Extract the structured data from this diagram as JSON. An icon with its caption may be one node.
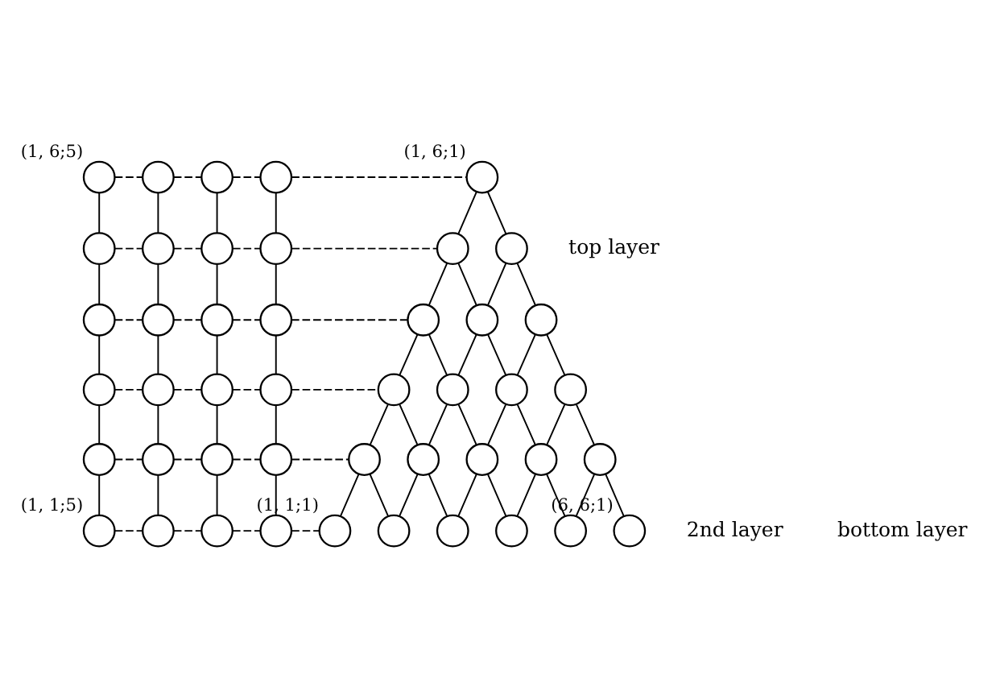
{
  "diagram": {
    "nodes": [
      {
        "text": [],
        "shape": "circle",
        "beside": [
          "(1, 6;5)"
        ]
      },
      {
        "text": [],
        "shape": "circle"
      },
      {
        "text": [],
        "shape": "circle"
      },
      {
        "text": [],
        "shape": "circle"
      },
      {
        "text": [],
        "shape": "circle",
        "beside": [
          "(1, 6;1)"
        ]
      },
      {
        "text": [],
        "shape": "circle"
      },
      {
        "text": [],
        "shape": "circle"
      },
      {
        "text": [],
        "shape": "circle"
      },
      {
        "text": [],
        "shape": "circle"
      },
      {
        "text": [],
        "shape": "circle"
      },
      {
        "text": [],
        "shape": "circle"
      },
      {
        "text": [],
        "shape": "circle"
      },
      {
        "text": [],
        "shape": "circle"
      },
      {
        "text": [],
        "shape": "circle"
      },
      {
        "text": [],
        "shape": "circle"
      },
      {
        "text": [],
        "shape": "circle"
      },
      {
        "text": [],
        "shape": "circle"
      },
      {
        "text": [],
        "shape": "circle"
      },
      {
        "text": [],
        "shape": "circle"
      },
      {
        "text": [],
        "shape": "circle"
      },
      {
        "text": [],
        "shape": "circle"
      },
      {
        "text": [],
        "shape": "circle"
      },
      {
        "text": [],
        "shape": "circle"
      },
      {
        "text": [],
        "shape": "circle"
      },
      {
        "text": [],
        "shape": "circle"
      },
      {
        "text": [],
        "shape": "circle"
      },
      {
        "text": [],
        "shape": "circle"
      },
      {
        "text": [],
        "shape": "circle"
      },
      {
        "text": [],
        "shape": "circle"
      },
      {
        "text": [],
        "shape": "circle"
      },
      {
        "text": [],
        "shape": "circle"
      },
      {
        "text": [],
        "shape": "circle"
      },
      {
        "text": [],
        "shape": "circle"
      },
      {
        "text": [],
        "shape": "circle"
      },
      {
        "text": [],
        "shape": "circle"
      },
      {
        "text": [],
        "shape": "circle",
        "beside": [
          "(1, 1;5)"
        ]
      },
      {
        "text": [],
        "shape": "circle"
      },
      {
        "text": [],
        "shape": "circle"
      },
      {
        "text": [],
        "shape": "circle"
      },
      {
        "text": [],
        "shape": "circle",
        "beside": [
          "(1, 1;1)"
        ]
      },
      {
        "text": [],
        "shape": "circle"
      },
      {
        "text": [],
        "shape": "circle"
      },
      {
        "text": [],
        "shape": "circle"
      },
      {
        "text": [],
        "shape": "circle"
      },
      {
        "text": [],
        "shape": "circle",
        "beside": [
          "(6, 6;1)"
        ]
      }
    ],
    "edges": [
      {
        "from": 0,
        "to": 1,
        "arrow": "none",
        "style": "dashed"
      },
      {
        "from": 1,
        "to": 2,
        "arrow": "none",
        "style": "dashed"
      },
      {
        "from": 2,
        "to": 3,
        "arrow": "none",
        "style": "dashed"
      },
      {
        "from": 3,
        "to": 4,
        "arrow": "none",
        "style": "dashed"
      },
      {
        "from": 5,
        "to": 6,
        "arrow": "none",
        "style": "dashed"
      },
      {
        "from": 6,
        "to": 7,
        "arrow": "none",
        "style": "dashed"
      },
      {
        "from": 7,
        "to": 8,
        "arrow": "none",
        "style": "dashed"
      },
      {
        "from": 8,
        "to": 9,
        "arrow": "none",
        "style": "dashed"
      },
      {
        "from": 11,
        "to": 12,
        "arrow": "none",
        "style": "dashed"
      },
      {
        "from": 12,
        "to": 13,
        "arrow": "none",
        "style": "dashed"
      },
      {
        "from": 13,
        "to": 14,
        "arrow": "none",
        "style": "dashed"
      },
      {
        "from": 14,
        "to": 15,
        "arrow": "none",
        "style": "dashed"
      },
      {
        "from": 18,
        "to": 19,
        "arrow": "none",
        "style": "dashed"
      },
      {
        "from": 19,
        "to": 20,
        "arrow": "none",
        "style": "dashed"
      },
      {
        "from": 20,
        "to": 21,
        "arrow": "none",
        "style": "dashed"
      },
      {
        "from": 21,
        "to": 22,
        "arrow": "none",
        "style": "dashed"
      },
      {
        "from": 26,
        "to": 27,
        "arrow": "none",
        "style": "dashed"
      },
      {
        "from": 27,
        "to": 28,
        "arrow": "none",
        "style": "dashed"
      },
      {
        "from": 28,
        "to": 29,
        "arrow": "none",
        "style": "dashed"
      },
      {
        "from": 29,
        "to": 30,
        "arrow": "none",
        "style": "dashed"
      },
      {
        "from": 35,
        "to": 36,
        "arrow": "none",
        "style": "dashed"
      },
      {
        "from": 36,
        "to": 37,
        "arrow": "none",
        "style": "dashed"
      },
      {
        "from": 37,
        "to": 38,
        "arrow": "none",
        "style": "dashed"
      },
      {
        "from": 38,
        "to": 39,
        "arrow": "none",
        "style": "dashed"
      },
      {
        "from": 0,
        "to": 5,
        "arrow": "none"
      },
      {
        "from": 5,
        "to": 11,
        "arrow": "none"
      },
      {
        "from": 11,
        "to": 18,
        "arrow": "none"
      },
      {
        "from": 18,
        "to": 26,
        "arrow": "none"
      },
      {
        "from": 26,
        "to": 35,
        "arrow": "none"
      },
      {
        "from": 1,
        "to": 6,
        "arrow": "none"
      },
      {
        "from": 6,
        "to": 12,
        "arrow": "none"
      },
      {
        "from": 12,
        "to": 19,
        "arrow": "none"
      },
      {
        "from": 19,
        "to": 27,
        "arrow": "none"
      },
      {
        "from": 27,
        "to": 36,
        "arrow": "none"
      },
      {
        "from": 2,
        "to": 7,
        "arrow": "none"
      },
      {
        "from": 7,
        "to": 13,
        "arrow": "none"
      },
      {
        "from": 13,
        "to": 20,
        "arrow": "none"
      },
      {
        "from": 20,
        "to": 28,
        "arrow": "none"
      },
      {
        "from": 28,
        "to": 37,
        "arrow": "none"
      },
      {
        "from": 3,
        "to": 8,
        "arrow": "none"
      },
      {
        "from": 8,
        "to": 14,
        "arrow": "none"
      },
      {
        "from": 14,
        "to": 21,
        "arrow": "none"
      },
      {
        "from": 21,
        "to": 29,
        "arrow": "none"
      },
      {
        "from": 29,
        "to": 38,
        "arrow": "none"
      },
      {
        "from": 4,
        "to": 9,
        "arrow": "none"
      },
      {
        "from": 4,
        "to": 10,
        "arrow": "none"
      },
      {
        "from": 9,
        "to": 15,
        "arrow": "none"
      },
      {
        "from": 9,
        "to": 16,
        "arrow": "none"
      },
      {
        "from": 10,
        "to": 16,
        "arrow": "none"
      },
      {
        "from": 10,
        "to": 17,
        "arrow": "none"
      },
      {
        "from": 15,
        "to": 22,
        "arrow": "none"
      },
      {
        "from": 15,
        "to": 23,
        "arrow": "none"
      },
      {
        "from": 16,
        "to": 23,
        "arrow": "none"
      },
      {
        "from": 16,
        "to": 24,
        "arrow": "none"
      },
      {
        "from": 17,
        "to": 24,
        "arrow": "none"
      },
      {
        "from": 17,
        "to": 25,
        "arrow": "none"
      },
      {
        "from": 22,
        "to": 30,
        "arrow": "none"
      },
      {
        "from": 22,
        "to": 31,
        "arrow": "none"
      },
      {
        "from": 23,
        "to": 31,
        "arrow": "none"
      },
      {
        "from": 23,
        "to": 32,
        "arrow": "none"
      },
      {
        "from": 24,
        "to": 32,
        "arrow": "none"
      },
      {
        "from": 24,
        "to": 33,
        "arrow": "none"
      },
      {
        "from": 25,
        "to": 33,
        "arrow": "none"
      },
      {
        "from": 25,
        "to": 34,
        "arrow": "none"
      },
      {
        "from": 30,
        "to": 39,
        "arrow": "none"
      },
      {
        "from": 30,
        "to": 40,
        "arrow": "none"
      },
      {
        "from": 31,
        "to": 40,
        "arrow": "none"
      },
      {
        "from": 31,
        "to": 41,
        "arrow": "none"
      },
      {
        "from": 32,
        "to": 41,
        "arrow": "none"
      },
      {
        "from": 32,
        "to": 42,
        "arrow": "none"
      },
      {
        "from": 33,
        "to": 42,
        "arrow": "none"
      },
      {
        "from": 33,
        "to": 43,
        "arrow": "none"
      },
      {
        "from": 34,
        "to": 43,
        "arrow": "none"
      },
      {
        "from": 34,
        "to": 44,
        "arrow": "none"
      }
    ],
    "labels": [
      "top layer",
      "2nd layer",
      "bottom layer"
    ]
  }
}
